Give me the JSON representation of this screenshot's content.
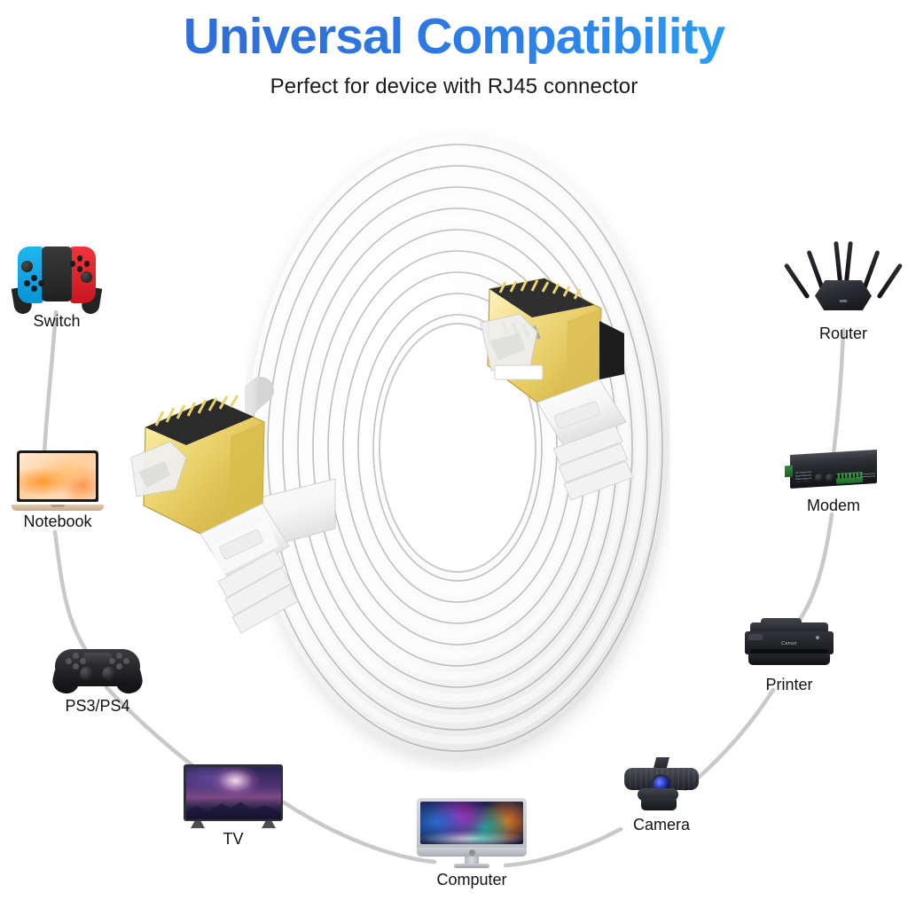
{
  "header": {
    "title": "Universal Compatibility",
    "subtitle": "Perfect for device with RJ45 connector",
    "title_gradient_start": "#2f6fdb",
    "title_gradient_end": "#1fd2fb",
    "subtitle_color": "#1a1a1a"
  },
  "theme": {
    "background": "#ffffff",
    "connector_line_color": "#c9c9c9",
    "label_color": "#121212",
    "cable_white": "#f4f4f4",
    "cable_seam": "#9a9a9a",
    "connector_gold": "#e8d36a"
  },
  "product": {
    "type": "flat-ethernet-cable",
    "color": "white",
    "connector_type": "RJ45",
    "connector_plating": "gold"
  },
  "devices": [
    {
      "id": "switch",
      "label": "Switch",
      "icon": "nintendo-switch-icon",
      "side": "left"
    },
    {
      "id": "notebook",
      "label": "Notebook",
      "icon": "laptop-icon",
      "side": "left"
    },
    {
      "id": "ps",
      "label": "PS3/PS4",
      "icon": "gamepad-icon",
      "side": "left"
    },
    {
      "id": "tv",
      "label": "TV",
      "icon": "television-icon",
      "side": "bottom"
    },
    {
      "id": "computer",
      "label": "Computer",
      "icon": "desktop-imac-icon",
      "side": "bottom"
    },
    {
      "id": "camera",
      "label": "Camera",
      "icon": "webcam-icon",
      "side": "bottom"
    },
    {
      "id": "printer",
      "label": "Printer",
      "icon": "printer-icon",
      "side": "right"
    },
    {
      "id": "modem",
      "label": "Modem",
      "icon": "modem-icon",
      "side": "right"
    },
    {
      "id": "router",
      "label": "Router",
      "icon": "wifi-router-icon",
      "side": "right"
    }
  ]
}
